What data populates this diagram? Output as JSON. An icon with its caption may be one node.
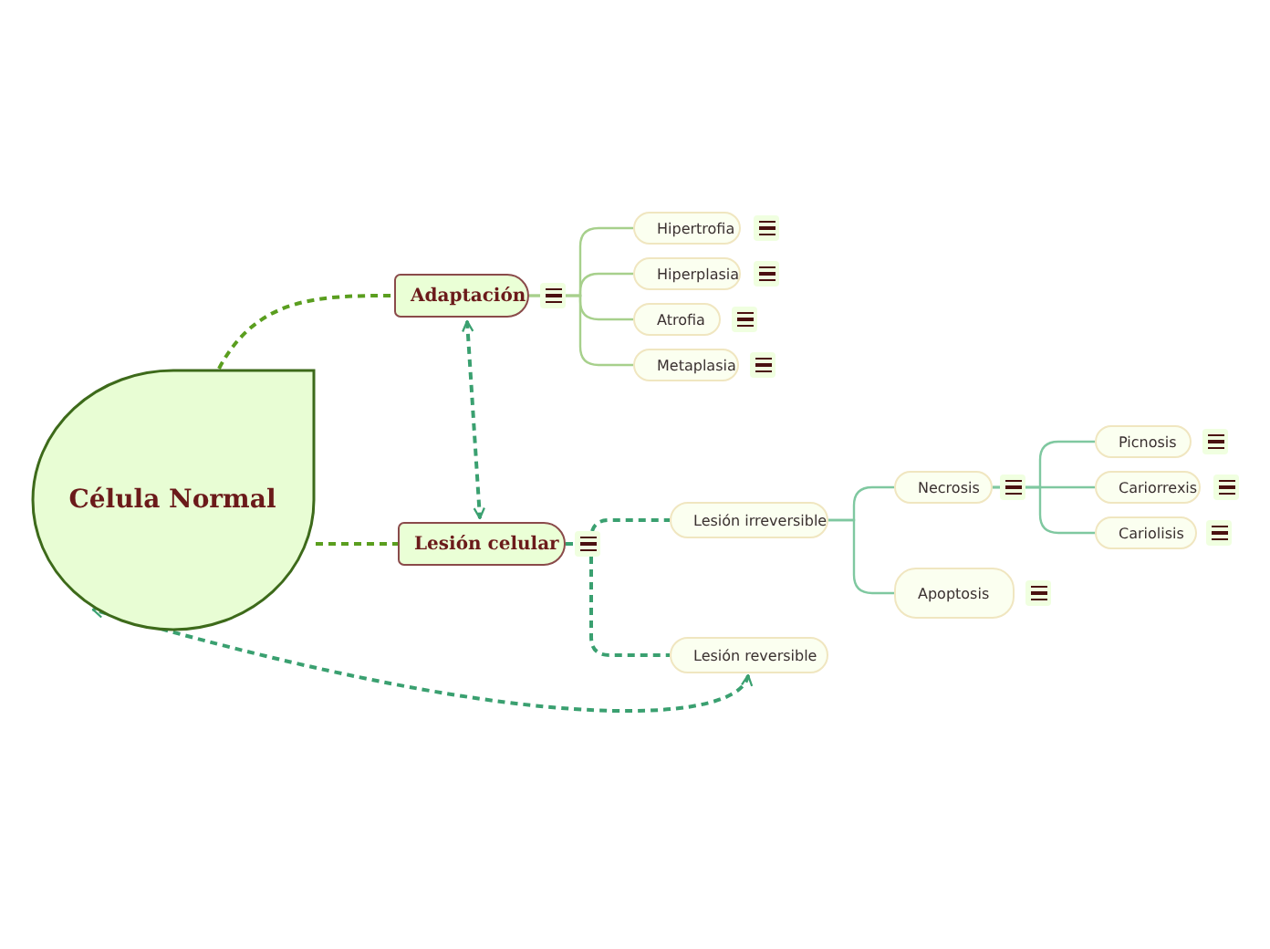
{
  "diagram": {
    "nodes": [
      {
        "text": [
          "Célula Normal"
        ]
      },
      {
        "text": [
          "Adaptación"
        ]
      },
      {
        "text": [
          "Hipertrofia"
        ]
      },
      {
        "text": [
          "Hiperplasia"
        ]
      },
      {
        "text": [
          "Atrofia"
        ]
      },
      {
        "text": [
          "Metaplasia"
        ]
      },
      {
        "text": [
          "Lesión celular"
        ]
      },
      {
        "text": [
          "Lesión irreversible"
        ]
      },
      {
        "text": [
          "Lesión reversible"
        ]
      },
      {
        "text": [
          "Necrosis"
        ]
      },
      {
        "text": [
          "Apoptosis"
        ]
      },
      {
        "text": [
          "Picnosis"
        ]
      },
      {
        "text": [
          "Cariorrexis"
        ]
      },
      {
        "text": [
          "Cariolisis"
        ]
      }
    ],
    "edges": [
      {
        "from": 0,
        "to": 1,
        "arrow": "none",
        "style": "dashed",
        "color": "#5a9e1f"
      },
      {
        "from": 0,
        "to": 6,
        "arrow": "none",
        "style": "dashed",
        "color": "#5a9e1f"
      },
      {
        "from": 1,
        "to": 6,
        "arrow": "both",
        "style": "dashed",
        "color": "#3aa070"
      },
      {
        "from": 1,
        "to": 2,
        "arrow": "none"
      },
      {
        "from": 1,
        "to": 3,
        "arrow": "none"
      },
      {
        "from": 1,
        "to": 4,
        "arrow": "none"
      },
      {
        "from": 1,
        "to": 5,
        "arrow": "none"
      },
      {
        "from": 6,
        "to": 7,
        "arrow": "none",
        "style": "dashed",
        "color": "#3aa070"
      },
      {
        "from": 6,
        "to": 8,
        "arrow": "none",
        "style": "dashed",
        "color": "#3aa070"
      },
      {
        "from": 7,
        "to": 9,
        "arrow": "none",
        "color": "#7fc8a0"
      },
      {
        "from": 7,
        "to": 10,
        "arrow": "none",
        "color": "#7fc8a0"
      },
      {
        "from": 9,
        "to": 11,
        "arrow": "none",
        "color": "#7fc8a0"
      },
      {
        "from": 9,
        "to": 12,
        "arrow": "none",
        "color": "#7fc8a0"
      },
      {
        "from": 9,
        "to": 13,
        "arrow": "none",
        "color": "#7fc8a0"
      },
      {
        "from": 8,
        "to": 0,
        "arrow": "both",
        "style": "dashed",
        "color": "#3aa070"
      }
    ]
  }
}
